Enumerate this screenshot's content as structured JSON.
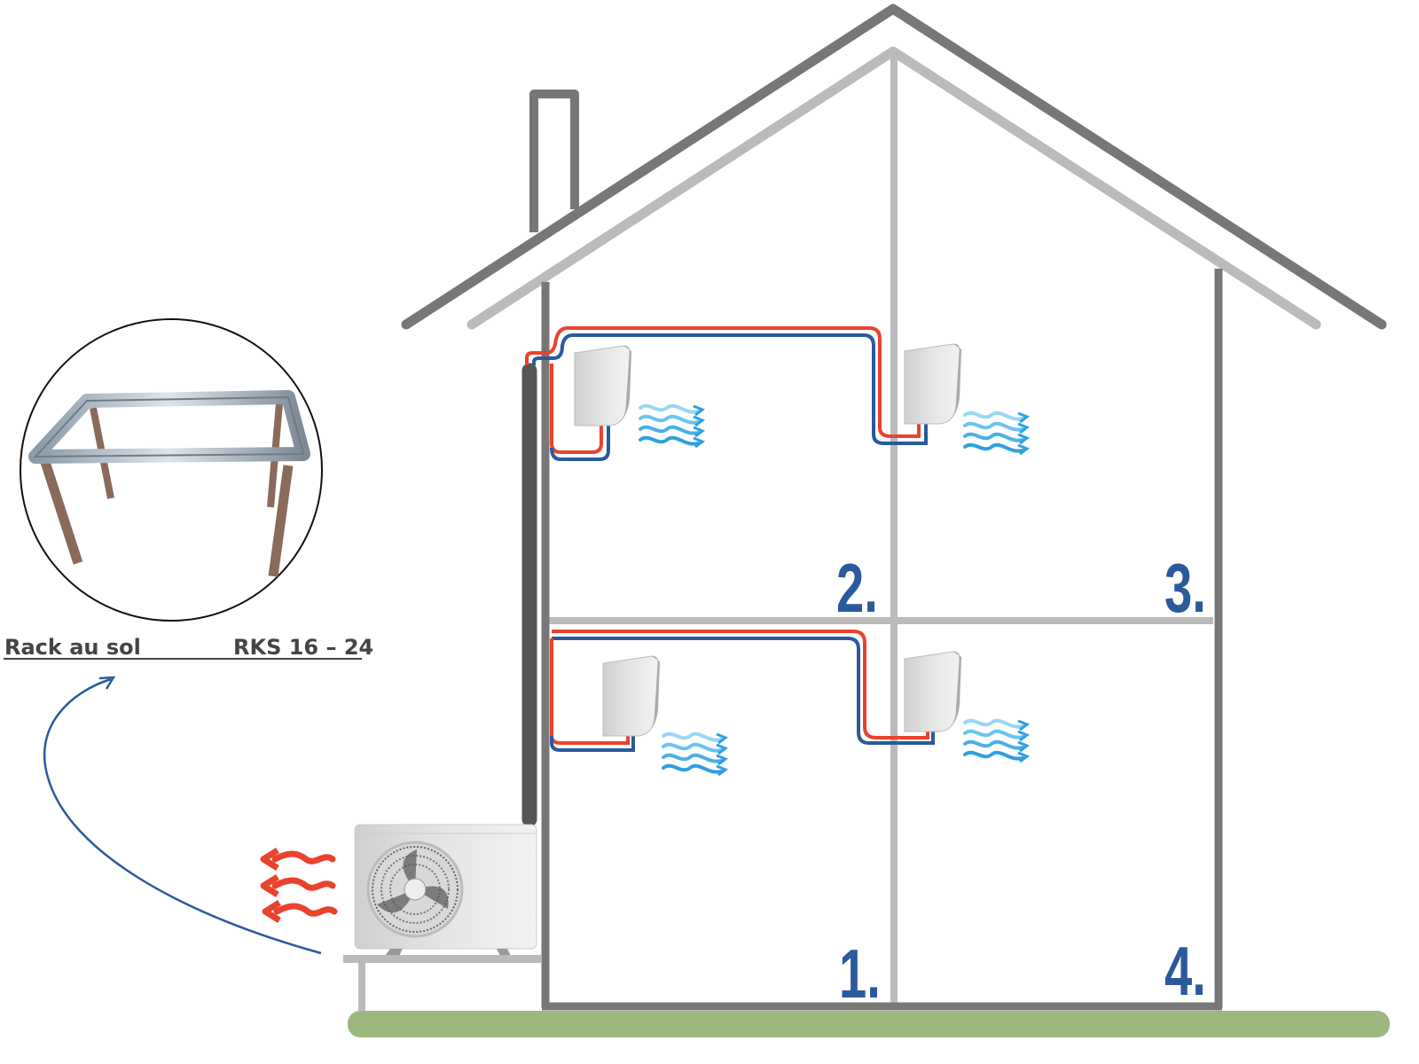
{
  "label": {
    "left": "Rack au sol",
    "right": "RKS 16 – 24"
  },
  "rooms": [
    "1.",
    "2.",
    "3.",
    "4."
  ],
  "colors": {
    "house_outer": "#777777",
    "house_inner": "#bbbbbb",
    "ground": "#9db87e",
    "hot_pipe": "#e8432e",
    "cold_pipe": "#2b5a9c",
    "room_number": "#2b5a9c",
    "air": "#4ab0e6"
  }
}
